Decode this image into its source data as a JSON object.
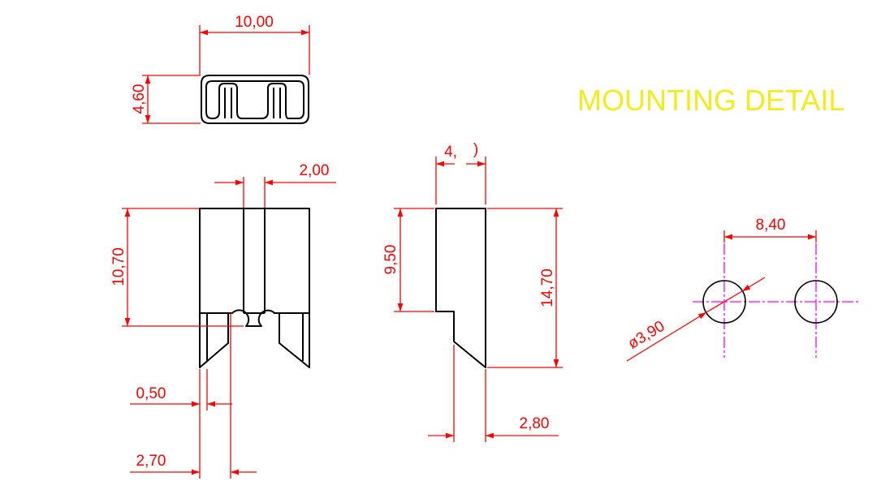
{
  "title": "MOUNTING DETAIL",
  "colors": {
    "part_outline": "#000000",
    "dimension": "#ff0000",
    "centerline": "#ff00ff",
    "title": "#f2ec1e",
    "background": "#ffffff"
  },
  "dimensions": {
    "top_view_width": "10,00",
    "top_view_height": "4,60",
    "front_slot_width": "2,00",
    "front_height": "10,70",
    "front_lead_thickness": "0,50",
    "front_lead_span": "2,70",
    "side_top_width": "4,",
    "side_top_width_fragment": ")",
    "side_height": "9,50",
    "side_total_height": "14,70",
    "side_lead_width": "2,80",
    "hole_pitch": "8,40",
    "hole_diameter": "ø3,90"
  }
}
